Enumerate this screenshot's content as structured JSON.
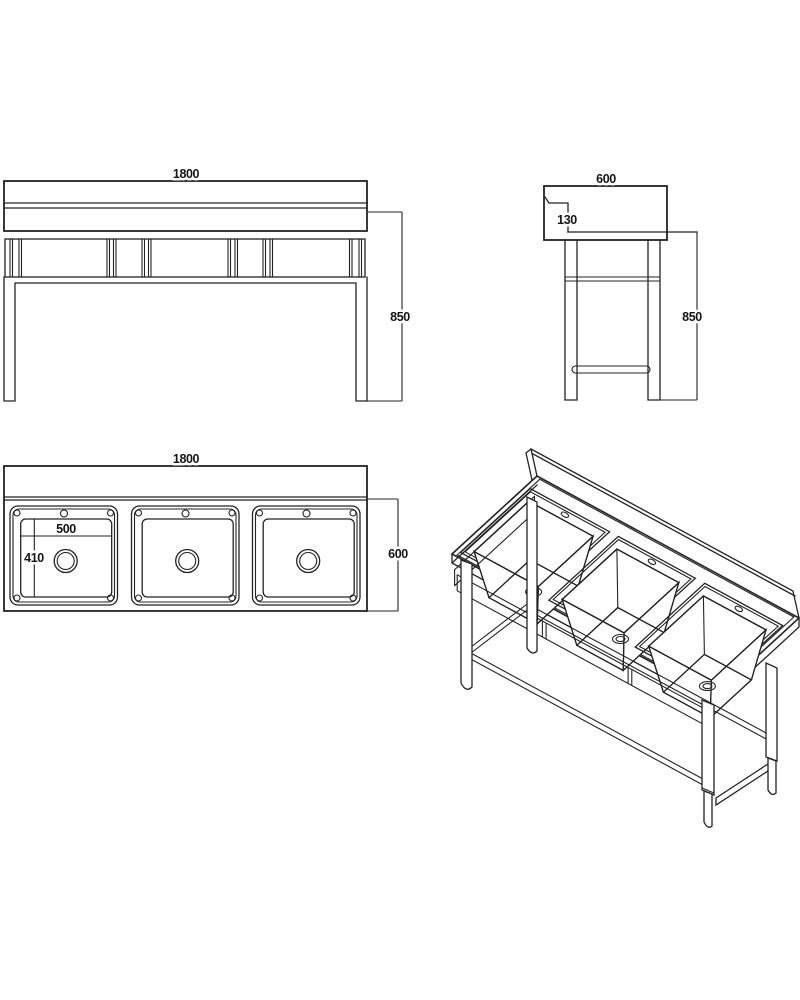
{
  "drawing": {
    "background_color": "#ffffff",
    "line_color": "#232323",
    "views": {
      "front": {
        "width_dim": "1800",
        "height_dim": "850"
      },
      "side": {
        "depth_dim": "600",
        "backsplash_dim": "130",
        "height_dim": "850"
      },
      "plan": {
        "width_dim": "1800",
        "depth_dim": "600",
        "bowl_width_dim": "500",
        "bowl_depth_dim": "410"
      }
    }
  }
}
